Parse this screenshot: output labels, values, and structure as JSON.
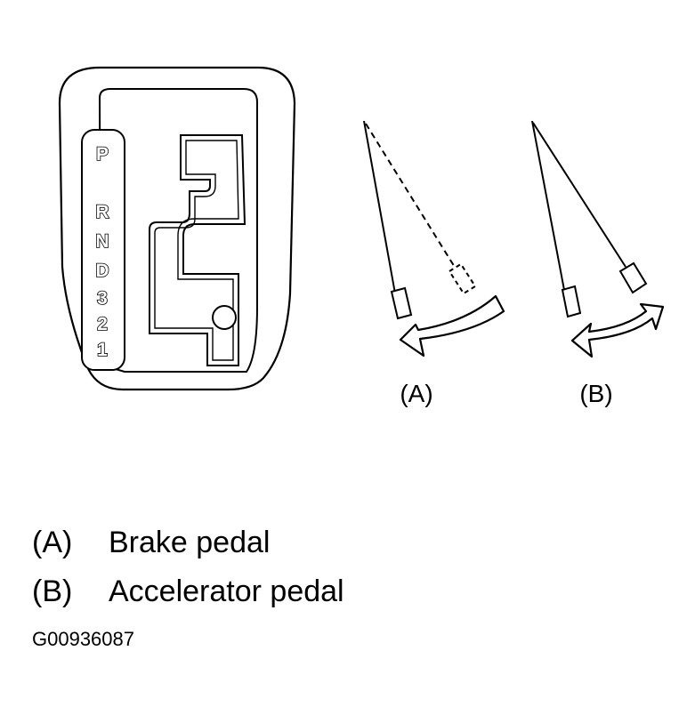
{
  "shifter": {
    "positions": [
      "P",
      "R",
      "N",
      "D",
      "3",
      "2",
      "1"
    ]
  },
  "figures": {
    "a_label": "(A)",
    "b_label": "(B)"
  },
  "legend": {
    "items": [
      {
        "key": "(A)",
        "text": "Brake pedal"
      },
      {
        "key": "(B)",
        "text": "Accelerator pedal"
      }
    ]
  },
  "figure_code": "G00936087"
}
